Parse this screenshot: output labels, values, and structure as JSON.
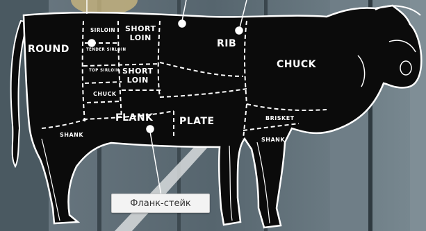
{
  "cuts": {
    "round": "ROUND",
    "sirloin": "SIRLOIN",
    "tender_sirloin": "TENDER SIRLOIN",
    "top_sirloin": "TOP SIRLOIN",
    "chuck_small": "CHUCK",
    "short_loin_top_line1": "SHORT",
    "short_loin_top_line2": "LOIN",
    "short_loin_mid_line1": "SHORT",
    "short_loin_mid_line2": "LOIN",
    "rib": "RIB",
    "chuck": "CHUCK",
    "flank": "FLANK",
    "plate": "PLATE",
    "brisket": "BRISKET",
    "shank_rear": "SHANK",
    "shank_front": "SHANK"
  },
  "caption": "Фланк-стейк",
  "colors": {
    "cow_fill": "#0b0b0b",
    "outline": "#ffffff",
    "wood_background": "#5b6b74",
    "caption_bg": "#f3f3f3"
  }
}
